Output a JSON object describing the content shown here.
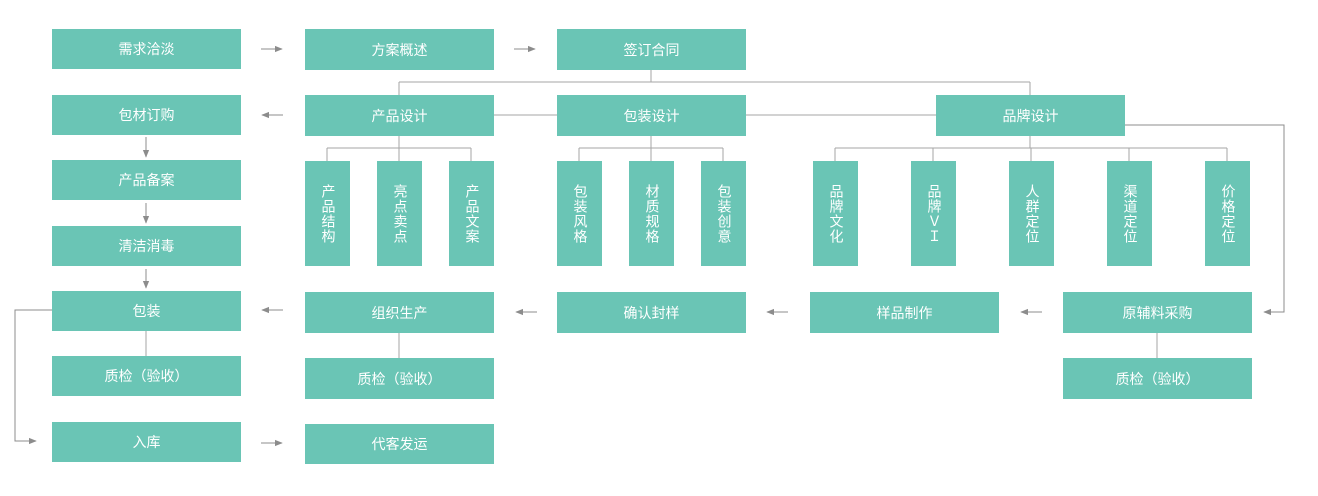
{
  "colors": {
    "box": "#6ac5b5",
    "line": "#a6a6a6",
    "arrow": "#8c8c8c"
  },
  "nodes": {
    "xuqiu": "需求洽淡",
    "fangan": "方案概述",
    "qianding": "签订合同",
    "baocai": "包材订购",
    "chanpin_sheji": "产品设计",
    "baozhuang_sheji": "包装设计",
    "pinpai_sheji": "品牌设计",
    "chanpin_beian": "产品备案",
    "qingjie": "清洁消毒",
    "baozhuang": "包装",
    "zuzhi": "组织生产",
    "queren": "确认封样",
    "yangpin": "样品制作",
    "yuanfuliao": "原辅料采购",
    "zhijian1": "质检（验收）",
    "zhijian2": "质检（验收）",
    "zhijian3": "质检（验收）",
    "ruku": "入库",
    "daike": "代客发运"
  },
  "sub": {
    "chanpin_jiegou": "产品结构",
    "liangdian": "亮点卖点",
    "chanpin_wenan": "产品文案",
    "baozhuang_fengge": "包装风格",
    "caizhi": "材质规格",
    "baozhuang_chuangyi": "包装创意",
    "pinpai_wenhua": "品牌文化",
    "pinpai_vi": "品牌ＶＩ",
    "renqun": "人群定位",
    "qudao": "渠道定位",
    "jiage": "价格定位"
  }
}
